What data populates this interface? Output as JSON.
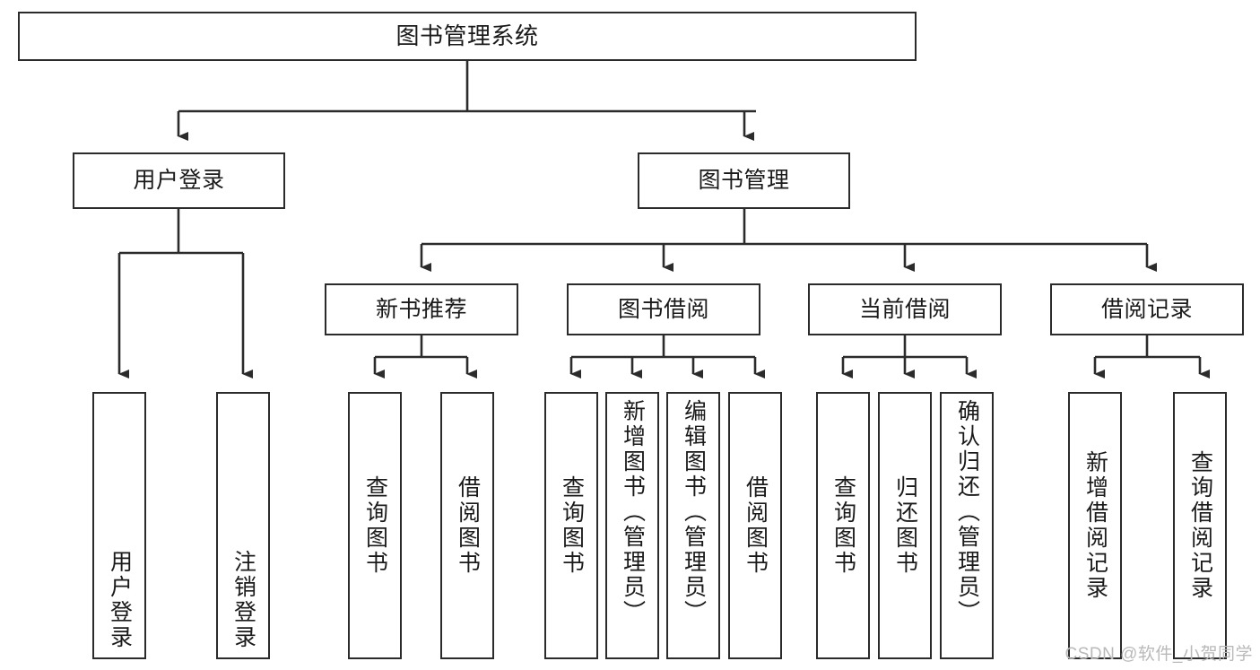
{
  "diagram": {
    "title": "图书管理系统",
    "line_color": "#2b2b2b",
    "box_fill": "#ffffff",
    "text_color": "#1a1a1a",
    "watermark_color": "#b9b9b9"
  },
  "watermark": {
    "text": "CSDN @软件_小贺同学"
  },
  "nodes": {
    "root": {
      "label": "图书管理系统"
    },
    "level2": [
      {
        "label": "用户登录"
      },
      {
        "label": "图书管理"
      }
    ],
    "level3": [
      {
        "label": "新书推荐"
      },
      {
        "label": "图书借阅"
      },
      {
        "label": "当前借阅"
      },
      {
        "label": "借阅记录"
      }
    ],
    "leaves_user_login": [
      {
        "label": "用户登录"
      },
      {
        "label": "注销登录"
      }
    ],
    "leaves_new_book": [
      {
        "label": "查询图书"
      },
      {
        "label": "借阅图书"
      }
    ],
    "leaves_borrow": [
      {
        "label": "查询图书"
      },
      {
        "label": "新增图书（管理员）"
      },
      {
        "label": "编辑图书（管理员）"
      },
      {
        "label": "借阅图书"
      }
    ],
    "leaves_current": [
      {
        "label": "查询图书"
      },
      {
        "label": "归还图书"
      },
      {
        "label": "确认归还（管理员）"
      }
    ],
    "leaves_records": [
      {
        "label": "新增借阅记录"
      },
      {
        "label": "查询借阅记录"
      }
    ]
  }
}
